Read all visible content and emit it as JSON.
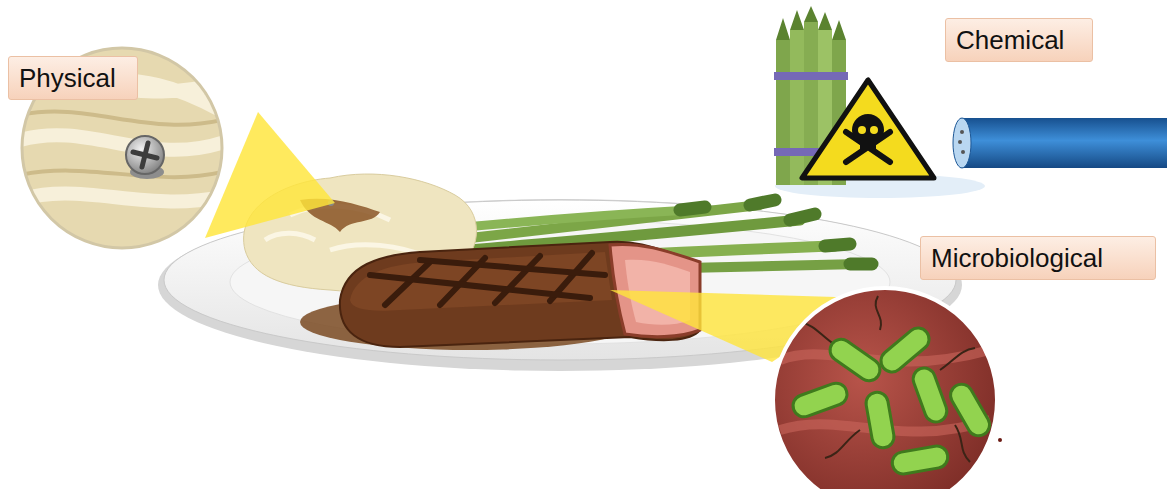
{
  "diagram": {
    "nodes": [
      {
        "text": [
          "Physical"
        ]
      },
      {
        "text": [
          "Chemical"
        ]
      },
      {
        "text": [
          "Microbiological"
        ]
      }
    ],
    "edges": []
  }
}
